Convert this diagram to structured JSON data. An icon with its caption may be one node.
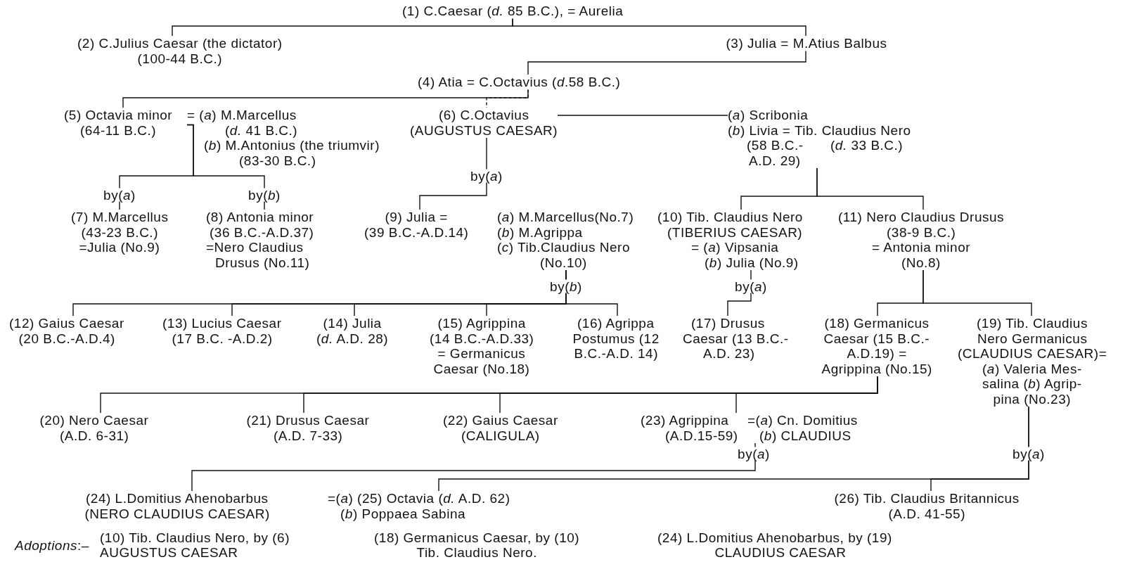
{
  "diagram": {
    "nodes": [
      {
        "text": [
          "(1) C.Caesar (*d.* 85 B.C.), = Aurelia"
        ]
      },
      {
        "text": [
          "(2) C.Julius Caesar (the dictator)",
          "(100-44 B.C.)"
        ]
      },
      {
        "text": [
          "(3) Julia = M.Atius Balbus"
        ]
      },
      {
        "text": [
          "(4) Atia = C.Octavius (*d*.58 B.C.)"
        ]
      },
      {
        "text": [
          "(5) Octavia minor",
          "(64-11 B.C.)"
        ]
      },
      {
        "text": [
          "= (*a*) M.Marcellus",
          "(*d.* 41 B.C.)",
          "(*b*) M.Antonius (the triumvir)",
          "(83-30 B.C.)"
        ]
      },
      {
        "text": [
          "(6) C.Octavius",
          "(AUGUSTUS CAESAR)"
        ]
      },
      {
        "text": [
          "(*a*) Scribonia",
          "(*b*) Livia = Tib. Claudius Nero",
          "(58 B.C.-",
          "(*d.* 33 B.C.)",
          "A.D. 29)"
        ]
      },
      {
        "text": [
          "(7) M.Marcellus",
          "(43-23 B.C.)",
          "=Julia (No.9)"
        ]
      },
      {
        "text": [
          "(8) Antonia minor",
          "(36 B.C.-A.D.37)",
          "=Nero Claudius",
          "Drusus (No.11)"
        ]
      },
      {
        "text": [
          "(9) Julia =",
          "(39 B.C.-A.D.14)"
        ]
      },
      {
        "text": [
          "(*a*) M.Marcellus(No.7)",
          "(*b*) M.Agrippa",
          "(*c*) Tib.Claudius Nero",
          "(No.10)"
        ]
      },
      {
        "text": [
          "(10) Tib. Claudius Nero",
          "(TIBERIUS CAESAR)",
          "= (*a*) Vipsania",
          "(*b*) Julia (No.9)"
        ]
      },
      {
        "text": [
          "(11) Nero Claudius Drusus",
          "(38-9 B.C.)",
          "= Antonia minor",
          "(No.8)"
        ]
      },
      {
        "text": [
          "(12) Gaius Caesar",
          "(20 B.C.-A.D.4)"
        ]
      },
      {
        "text": [
          "(13) Lucius Caesar",
          "(17 B.C. -A.D.2)"
        ]
      },
      {
        "text": [
          "(14) Julia",
          "(*d.* A.D. 28)"
        ]
      },
      {
        "text": [
          "(15) Agrippina",
          "(14 B.C.-A.D.33)",
          "= Germanicus",
          "Caesar (No.18)"
        ]
      },
      {
        "text": [
          "(16) Agrippa",
          "Postumus (12",
          "B.C.-A.D. 14)"
        ]
      },
      {
        "text": [
          "(17) Drusus",
          "Caesar (13 B.C.-",
          "A.D. 23)"
        ]
      },
      {
        "text": [
          "(18) Germanicus",
          "Caesar (15 B.C.-",
          "A.D.19) =",
          "Agrippina (No.15)"
        ]
      },
      {
        "text": [
          "(19) Tib. Claudius",
          "Nero Germanicus",
          "(CLAUDIUS CAESAR)=",
          "(*a*) Valeria Mes-",
          "salina (*b*) Agrip-",
          "pina (No.23)"
        ]
      },
      {
        "text": [
          "(20) Nero Caesar",
          "(A.D. 6-31)"
        ]
      },
      {
        "text": [
          "(21) Drusus Caesar",
          "(A.D. 7-33)"
        ]
      },
      {
        "text": [
          "(22) Gaius Caesar",
          "(CALIGULA)"
        ]
      },
      {
        "text": [
          "(23) Agrippina",
          "(A.D.15-59)"
        ]
      },
      {
        "text": [
          "=(*a*) Cn. Domitius",
          "(*b*) CLAUDIUS"
        ]
      },
      {
        "text": [
          "(24) L.Domitius Ahenobarbus",
          "(NERO CLAUDIUS CAESAR)"
        ]
      },
      {
        "text": [
          "=(*a*) (25) Octavia (*d.* A.D. 62)",
          "(*b*) Poppaea Sabina"
        ]
      },
      {
        "text": [
          "(26) Tib. Claudius Britannicus",
          "(A.D. 41-55)"
        ]
      }
    ],
    "edges": [
      {
        "from": 0,
        "to": 1,
        "arrow": "none"
      },
      {
        "from": 0,
        "to": 2,
        "arrow": "none"
      },
      {
        "from": 2,
        "to": 3,
        "arrow": "none"
      },
      {
        "from": 3,
        "to": 4,
        "arrow": "none"
      },
      {
        "from": 3,
        "to": 6,
        "arrow": "none",
        "style": "dashed"
      },
      {
        "from": 6,
        "to": 7,
        "arrow": "none"
      },
      {
        "from": 5,
        "to": 8,
        "arrow": "none",
        "label": "by(*a*)"
      },
      {
        "from": 5,
        "to": 9,
        "arrow": "none",
        "label": "by(*b*)"
      },
      {
        "from": 6,
        "to": 10,
        "arrow": "none",
        "label": "by(*a*)"
      },
      {
        "from": 7,
        "to": 12,
        "arrow": "none"
      },
      {
        "from": 7,
        "to": 13,
        "arrow": "none"
      },
      {
        "from": 11,
        "to": 14,
        "arrow": "none",
        "label": "by(*b*)"
      },
      {
        "from": 11,
        "to": 15,
        "arrow": "none"
      },
      {
        "from": 11,
        "to": 16,
        "arrow": "none"
      },
      {
        "from": 11,
        "to": 17,
        "arrow": "none"
      },
      {
        "from": 11,
        "to": 18,
        "arrow": "none"
      },
      {
        "from": 12,
        "to": 19,
        "arrow": "none",
        "label": "by(*a*)"
      },
      {
        "from": 13,
        "to": 20,
        "arrow": "none"
      },
      {
        "from": 13,
        "to": 21,
        "arrow": "none"
      },
      {
        "from": 20,
        "to": 22,
        "arrow": "none"
      },
      {
        "from": 20,
        "to": 23,
        "arrow": "none"
      },
      {
        "from": 20,
        "to": 24,
        "arrow": "none"
      },
      {
        "from": 20,
        "to": 25,
        "arrow": "none"
      },
      {
        "from": 26,
        "to": 27,
        "arrow": "none",
        "label": "by(*a*)"
      },
      {
        "from": 21,
        "to": 28,
        "arrow": "none",
        "label": "by(*a*)"
      },
      {
        "from": 21,
        "to": 29,
        "arrow": "none"
      }
    ],
    "labels": [
      "*Adoptions*:–",
      "(10) Tib. Claudius Nero, by (6)",
      "AUGUSTUS CAESAR",
      "(18) Germanicus Caesar, by (10)",
      "Tib. Claudius Nero.",
      "(24) L.Domitius Ahenobarbus, by (19)",
      "CLAUDIUS CAESAR"
    ]
  }
}
